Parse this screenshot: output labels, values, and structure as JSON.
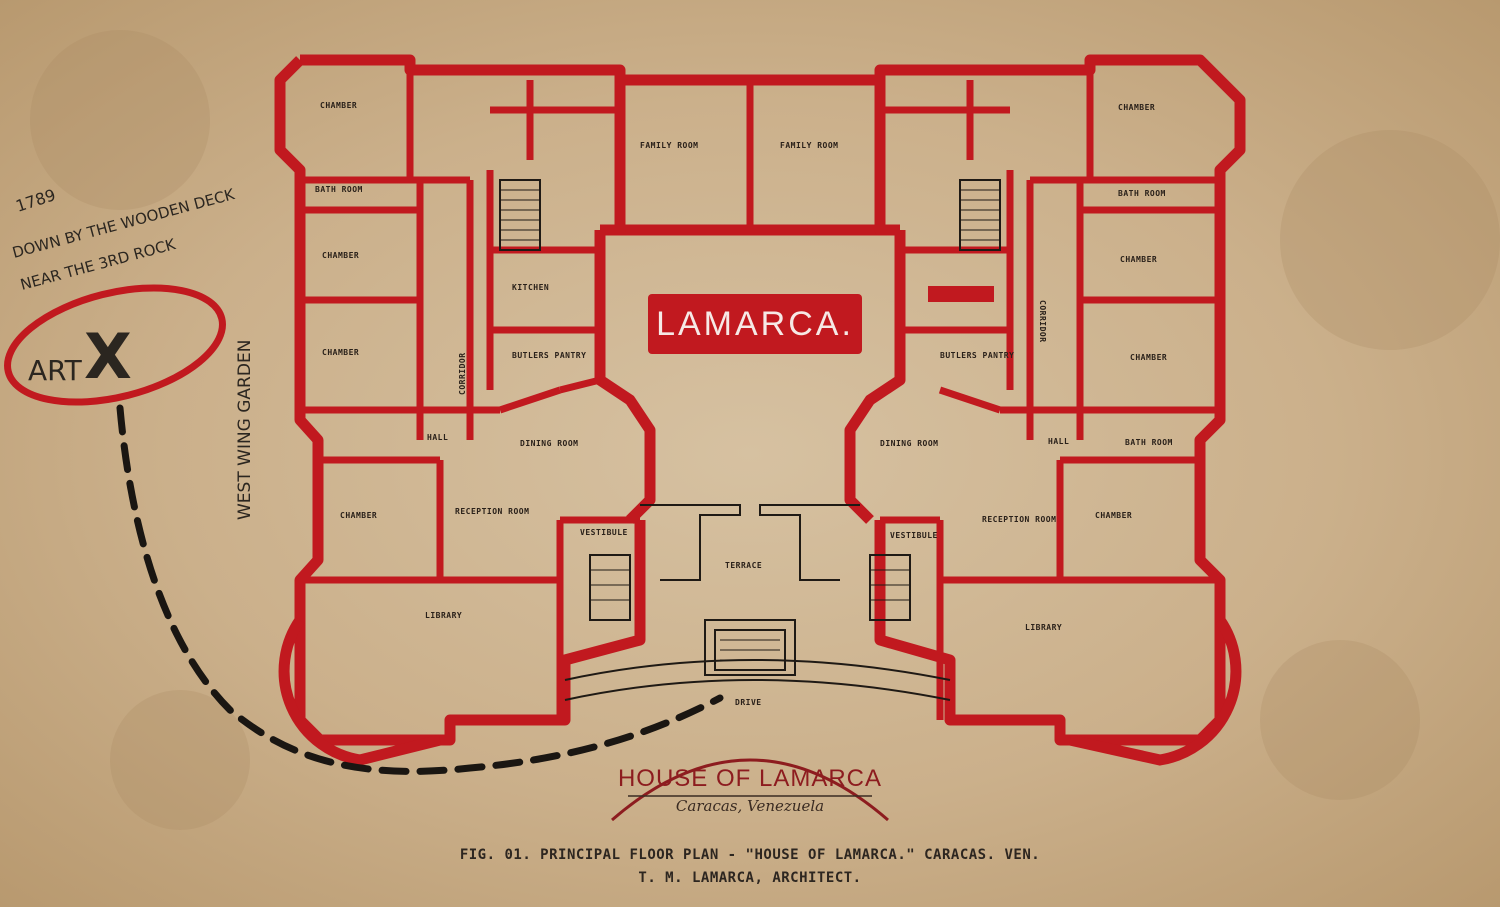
{
  "logo": {
    "text": "LAMARCA."
  },
  "handwritten": {
    "year": "1789",
    "line1": "DOWN BY THE WOODEN DECK",
    "line2": "NEAR THE 3RD ROCK",
    "garden": "WEST WING GARDEN",
    "marker": "ART",
    "x_mark": "X"
  },
  "rooms": {
    "chamber": "CHAMBER",
    "bath_room": "BATH ROOM",
    "family_room": "FAMILY ROOM",
    "kitchen": "KITCHEN",
    "butlers_pantry": "BUTLERS PANTRY",
    "corridor": "CORRIDOR",
    "hall": "HALL",
    "dining_room": "DINING ROOM",
    "reception_room": "RECEPTION ROOM",
    "vestibule": "VESTIBULE",
    "terrace": "TERRACE",
    "library": "LIBRARY",
    "drive": "DRIVE"
  },
  "house": {
    "title": "HOUSE OF LAMARCA",
    "subtitle": "Caracas, Venezuela"
  },
  "caption": {
    "line1": "FIG. 01. PRINCIPAL FLOOR PLAN - \"HOUSE OF LAMARCA.\" CARACAS. VEN.",
    "line2": "T. M. LAMARCA, ARCHITECT."
  },
  "colors": {
    "wall": "#c1191f",
    "ink": "#1f1a15",
    "paper": "#cdb594"
  }
}
